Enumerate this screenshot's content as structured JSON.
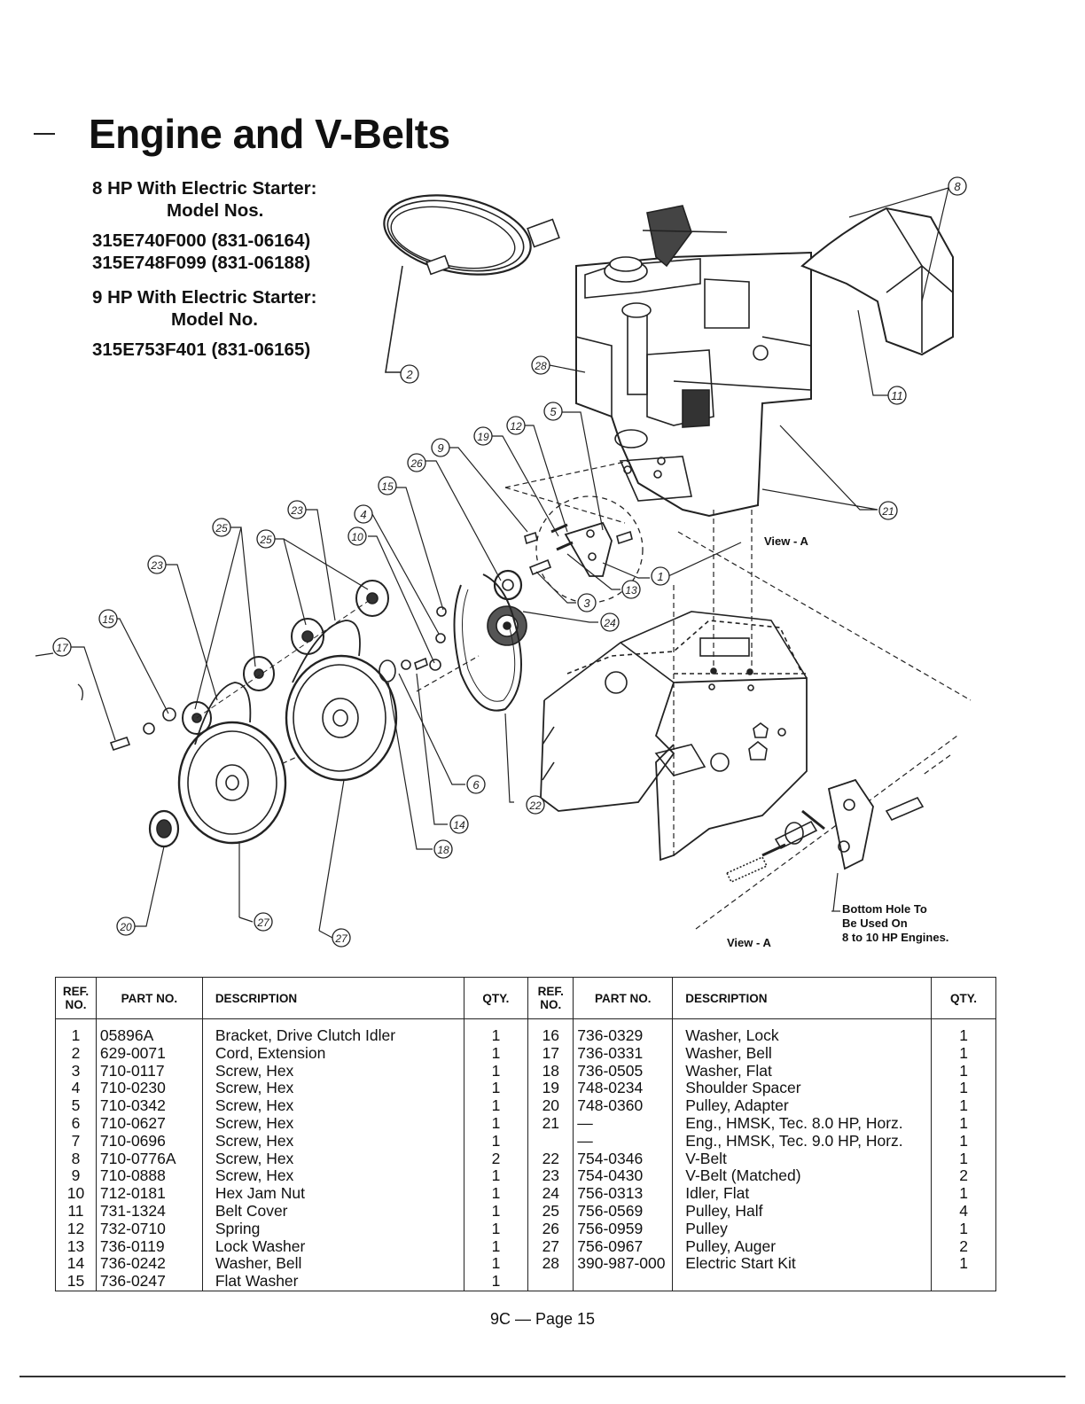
{
  "title": "Engine and V-Belts",
  "models": {
    "hp8_heading": "8 HP With Electric Starter:",
    "hp8_subheading": "Model Nos.",
    "hp8_model_1": "315E740F000 (831-06164)",
    "hp8_model_2": "315E748F099 (831-06188)",
    "hp9_heading": "9 HP With Electric Starter:",
    "hp9_subheading": "Model No.",
    "hp9_model_1": "315E753F401 (831-06165)"
  },
  "diagram": {
    "callouts": [
      "8",
      "2",
      "11",
      "28",
      "21",
      "5",
      "12",
      "19",
      "9",
      "26",
      "15",
      "4",
      "10",
      "23",
      "25",
      "1",
      "13",
      "3",
      "24",
      "17",
      "6",
      "14",
      "18",
      "22",
      "20",
      "27"
    ],
    "view_a_label": "View - A",
    "view_a_bottom_label": "View - A",
    "note_line_1": "Bottom Hole To",
    "note_line_2": "Be Used On",
    "note_line_3": "8 to 10 HP Engines."
  },
  "table": {
    "headers": {
      "ref": "REF. NO.",
      "part": "PART NO.",
      "desc": "DESCRIPTION",
      "qty": "QTY."
    },
    "rows": [
      {
        "ref_l": "1",
        "part_l": "05896A",
        "desc_l": "Bracket, Drive Clutch Idler",
        "qty_l": "1",
        "ref_r": "16",
        "part_r": "736-0329",
        "desc_r": "Washer, Lock",
        "qty_r": "1"
      },
      {
        "ref_l": "2",
        "part_l": "629-0071",
        "desc_l": "Cord, Extension",
        "qty_l": "1",
        "ref_r": "17",
        "part_r": "736-0331",
        "desc_r": "Washer, Bell",
        "qty_r": "1"
      },
      {
        "ref_l": "3",
        "part_l": "710-0117",
        "desc_l": "Screw, Hex",
        "qty_l": "1",
        "ref_r": "18",
        "part_r": "736-0505",
        "desc_r": "Washer, Flat",
        "qty_r": "1"
      },
      {
        "ref_l": "4",
        "part_l": "710-0230",
        "desc_l": "Screw, Hex",
        "qty_l": "1",
        "ref_r": "19",
        "part_r": "748-0234",
        "desc_r": "Shoulder Spacer",
        "qty_r": "1"
      },
      {
        "ref_l": "5",
        "part_l": "710-0342",
        "desc_l": "Screw, Hex",
        "qty_l": "1",
        "ref_r": "20",
        "part_r": "748-0360",
        "desc_r": "Pulley, Adapter",
        "qty_r": "1"
      },
      {
        "ref_l": "6",
        "part_l": "710-0627",
        "desc_l": "Screw, Hex",
        "qty_l": "1",
        "ref_r": "21",
        "part_r": "—",
        "desc_r": "Eng., HMSK, Tec. 8.0 HP, Horz.",
        "qty_r": "1"
      },
      {
        "ref_l": "7",
        "part_l": "710-0696",
        "desc_l": "Screw, Hex",
        "qty_l": "1",
        "ref_r": "",
        "part_r": "—",
        "desc_r": "Eng., HMSK, Tec. 9.0 HP, Horz.",
        "qty_r": "1"
      },
      {
        "ref_l": "8",
        "part_l": "710-0776A",
        "desc_l": "Screw, Hex",
        "qty_l": "2",
        "ref_r": "22",
        "part_r": "754-0346",
        "desc_r": "V-Belt",
        "qty_r": "1"
      },
      {
        "ref_l": "9",
        "part_l": "710-0888",
        "desc_l": "Screw, Hex",
        "qty_l": "1",
        "ref_r": "23",
        "part_r": "754-0430",
        "desc_r": "V-Belt (Matched)",
        "qty_r": "2"
      },
      {
        "ref_l": "10",
        "part_l": "712-0181",
        "desc_l": "Hex Jam Nut",
        "qty_l": "1",
        "ref_r": "24",
        "part_r": "756-0313",
        "desc_r": "Idler, Flat",
        "qty_r": "1"
      },
      {
        "ref_l": "11",
        "part_l": "731-1324",
        "desc_l": "Belt Cover",
        "qty_l": "1",
        "ref_r": "25",
        "part_r": "756-0569",
        "desc_r": "Pulley, Half",
        "qty_r": "4"
      },
      {
        "ref_l": "12",
        "part_l": "732-0710",
        "desc_l": "Spring",
        "qty_l": "1",
        "ref_r": "26",
        "part_r": "756-0959",
        "desc_r": "Pulley",
        "qty_r": "1"
      },
      {
        "ref_l": "13",
        "part_l": "736-0119",
        "desc_l": "Lock Washer",
        "qty_l": "1",
        "ref_r": "27",
        "part_r": "756-0967",
        "desc_r": "Pulley, Auger",
        "qty_r": "2"
      },
      {
        "ref_l": "14",
        "part_l": "736-0242",
        "desc_l": "Washer, Bell",
        "qty_l": "1",
        "ref_r": "28",
        "part_r": "390-987-000",
        "desc_r": "Electric Start Kit",
        "qty_r": "1"
      },
      {
        "ref_l": "15",
        "part_l": "736-0247",
        "desc_l": "Flat Washer",
        "qty_l": "1",
        "ref_r": "",
        "part_r": "",
        "desc_r": "",
        "qty_r": ""
      }
    ]
  },
  "footer": "9C — Page 15"
}
